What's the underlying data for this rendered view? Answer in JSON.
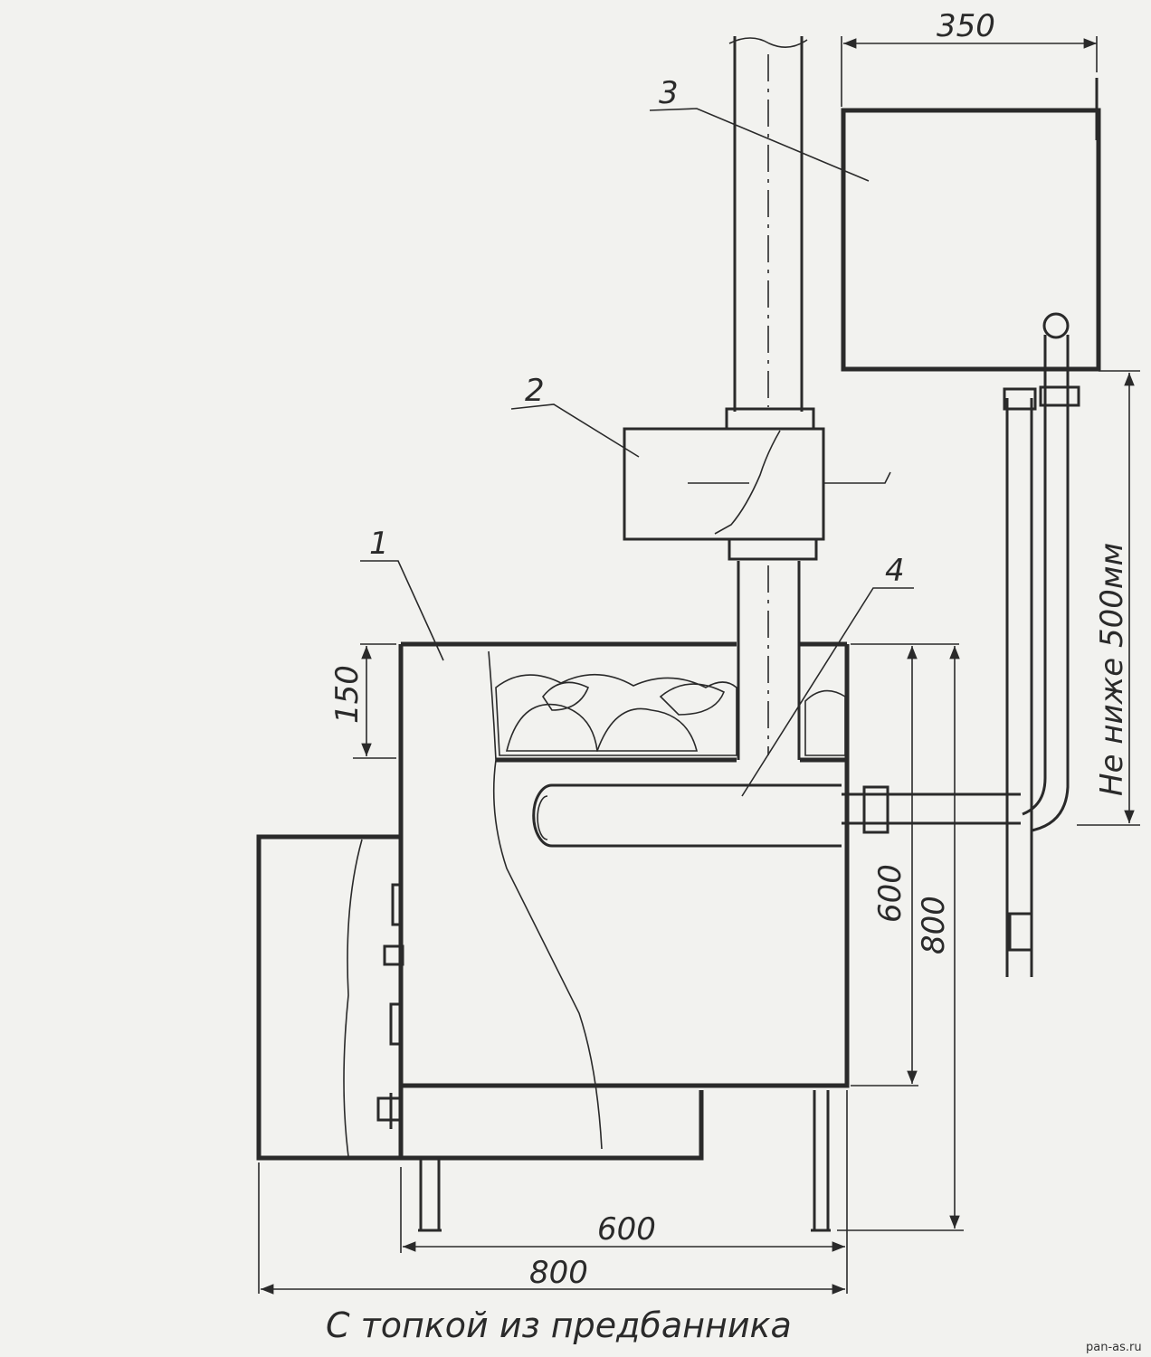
{
  "labels": {
    "tank": "1",
    "damper": "2",
    "water_tank": "3",
    "heat_pipe": "4"
  },
  "dimensions": {
    "top_width": "350",
    "stones_height": "150",
    "inner_height": "600",
    "outer_height": "800",
    "inner_width": "600",
    "outer_width": "800",
    "min_elevation": "Не ниже 500мм"
  },
  "caption": "С топкой из предбанника",
  "watermark": "pan-as.ru"
}
